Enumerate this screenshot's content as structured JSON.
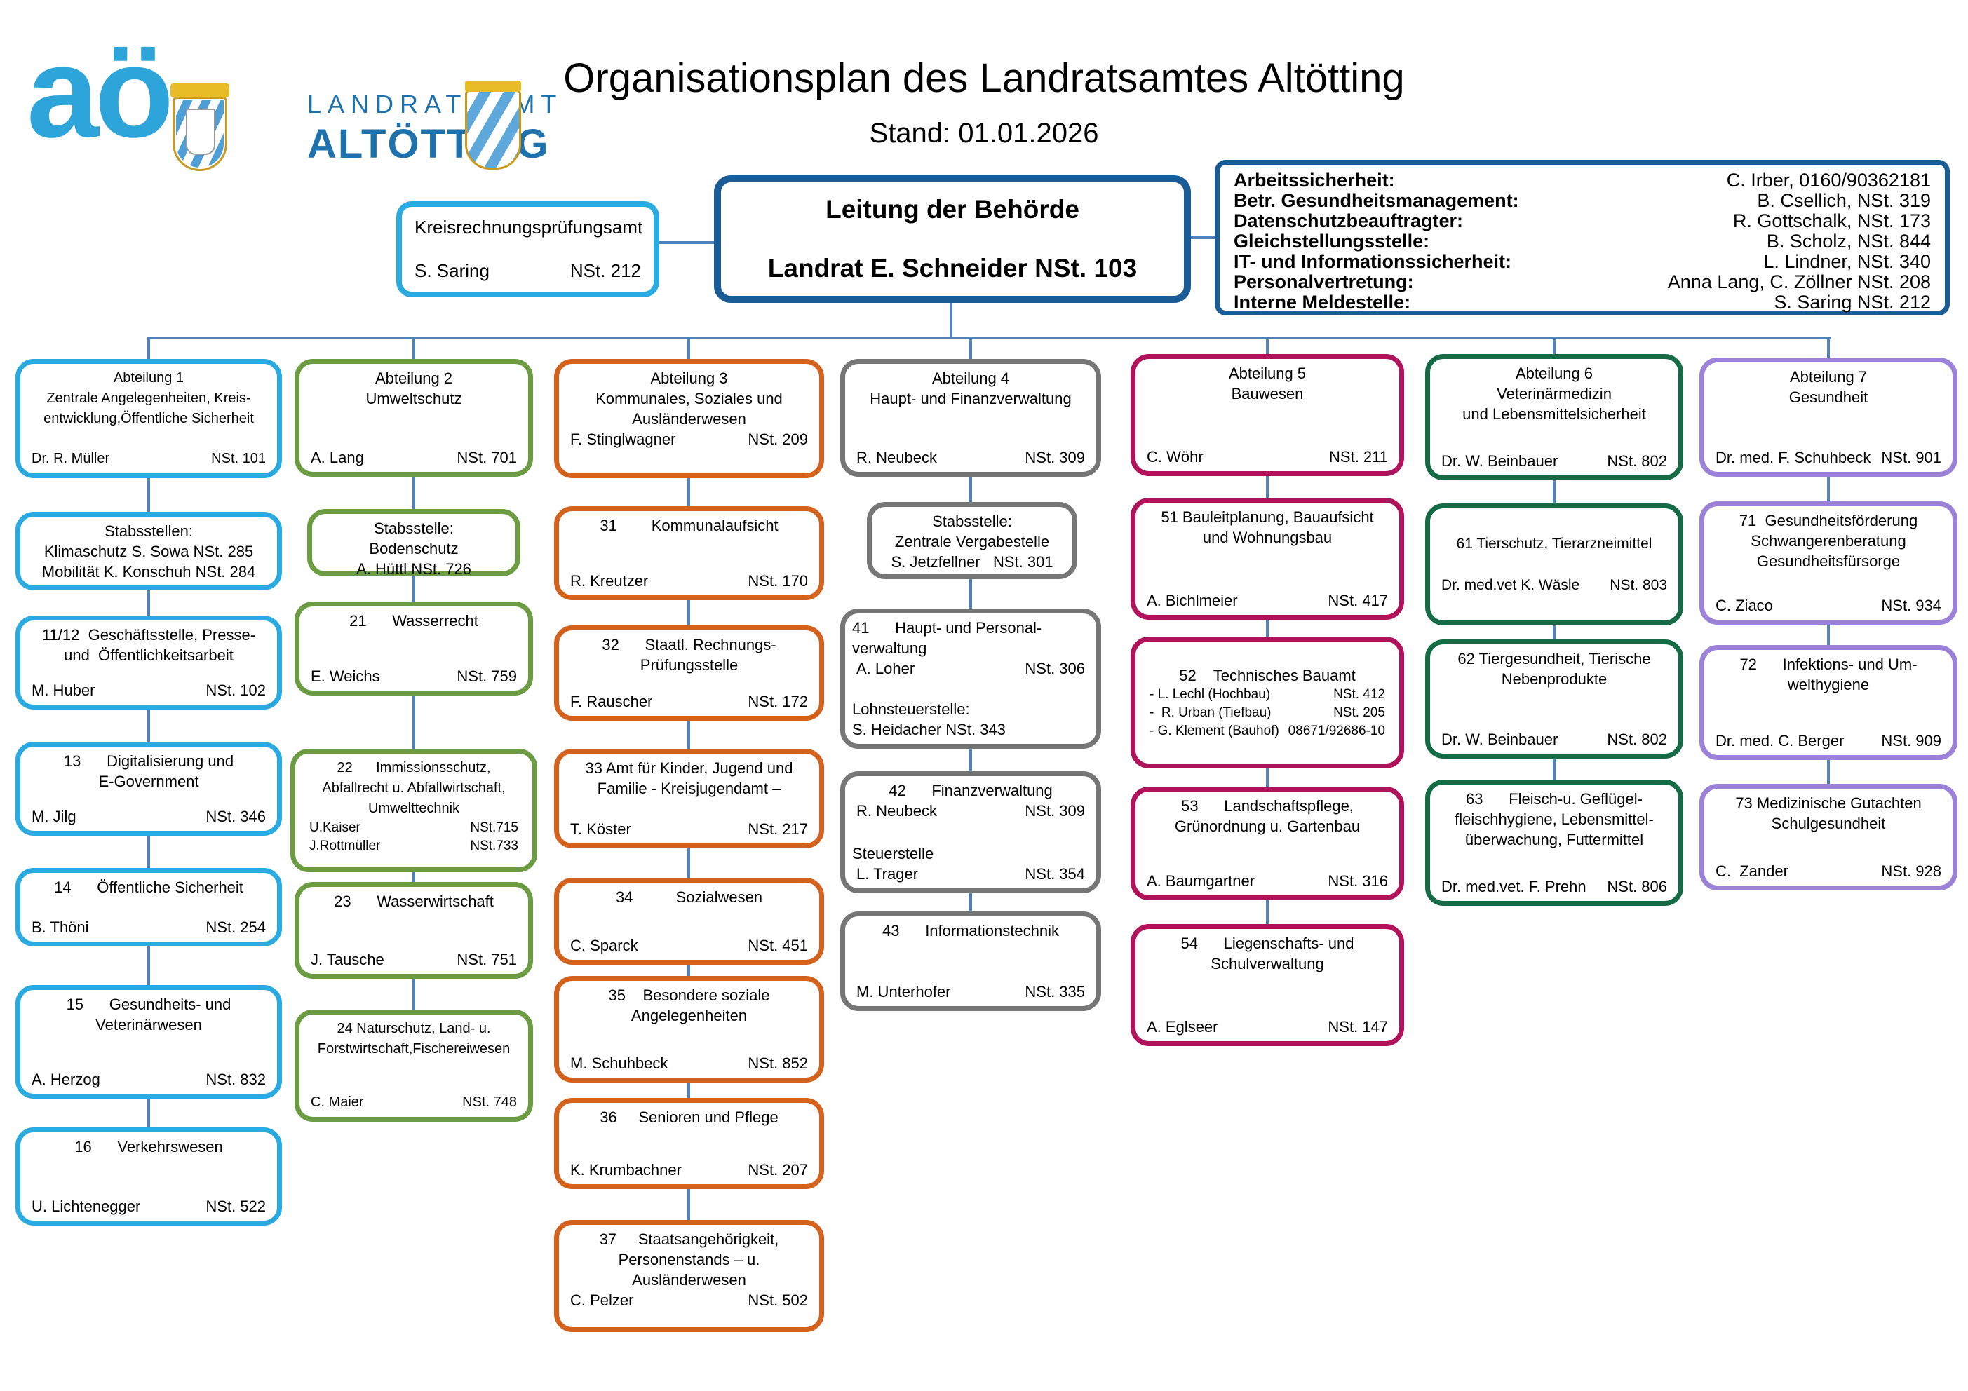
{
  "title": "Organisationsplan des Landratsamtes Altötting",
  "stand": "Stand: 01.01.2026",
  "logo": {
    "monogram": "aö",
    "org_line1": "LANDRATSAMT",
    "org_line2": "ALTÖTTING",
    "coat_of_arms": "altoetting-crest",
    "shield": "bavaria-shield"
  },
  "leadership": {
    "line1": "Leitung der Behörde",
    "line2": "Landrat E. Schneider NSt. 103"
  },
  "audit_office": {
    "title": "Kreisrechnungsprüfungsamt",
    "person": "S. Saring",
    "nst": "NSt. 212"
  },
  "staff_functions": {
    "rows": [
      {
        "label": "Arbeitssicherheit:",
        "value": "C. Irber, 0160/90362181"
      },
      {
        "label": "Betr. Gesundheitsmanagement:",
        "value": "B. Csellich, NSt. 319"
      },
      {
        "label": "Datenschutzbeauftragter:",
        "value": "R. Gottschalk, NSt. 173"
      },
      {
        "label": "Gleichstellungsstelle:",
        "value": "B. Scholz, NSt. 844"
      },
      {
        "label": "IT- und Informationssicherheit:",
        "value": "L. Lindner, NSt. 340"
      },
      {
        "label": "Personalvertretung:",
        "value": "Anna Lang, C. Zöllner NSt. 208"
      },
      {
        "label": "Interne Meldestelle:",
        "value": "S. Saring NSt. 212"
      }
    ]
  },
  "colors": {
    "accent_cyan": "#29ABE2",
    "accent_darkblue": "#1A5C96",
    "connector": "#4F81BD",
    "logo_blue": "#2EA5DA",
    "logo_text_blue": "#1D72AD"
  },
  "columns": [
    {
      "name": "Abteilung 1",
      "color": "#29ABE2",
      "boxes": [
        {
          "id": "abteilung-1",
          "rows": [
            {
              "t": "c",
              "x": "Abteilung 1"
            },
            {
              "t": "c",
              "x": "Zentrale Angelegenheiten, Kreis-"
            },
            {
              "t": "c",
              "x": "entwicklung,Öffentliche Sicherheit"
            },
            {
              "t": "g"
            },
            {
              "t": "s",
              "l": "Dr. R. Müller",
              "r": "NSt. 101"
            }
          ]
        },
        {
          "id": "stabsstellen-1",
          "rows": [
            {
              "t": "c",
              "x": "Stabsstellen:"
            },
            {
              "t": "c",
              "x": "Klimaschutz S. Sowa NSt. 285"
            },
            {
              "t": "c",
              "x": "Mobilität K. Konschuh NSt. 284"
            }
          ]
        },
        {
          "id": "11-12-geschaeftsstelle",
          "rows": [
            {
              "t": "c",
              "x": "11/12  Geschäftsstelle, Presse-"
            },
            {
              "t": "c",
              "x": "und  Öffentlichkeitsarbeit"
            },
            {
              "t": "g"
            },
            {
              "t": "s",
              "l": "M. Huber",
              "r": "NSt. 102"
            }
          ]
        },
        {
          "id": "13-digitalisierung",
          "rows": [
            {
              "t": "c",
              "x": "13      Digitalisierung und"
            },
            {
              "t": "c",
              "x": "E-Government"
            },
            {
              "t": "g"
            },
            {
              "t": "s",
              "l": "M. Jilg",
              "r": "NSt. 346"
            }
          ]
        },
        {
          "id": "14-oeffentliche-sicherheit",
          "rows": [
            {
              "t": "c",
              "x": "14      Öffentliche Sicherheit"
            },
            {
              "t": "g"
            },
            {
              "t": "s",
              "l": "B. Thöni",
              "r": "NSt. 254"
            }
          ]
        },
        {
          "id": "15-gesundheits-veterinaerwesen",
          "rows": [
            {
              "t": "c",
              "x": "15      Gesundheits- und"
            },
            {
              "t": "c",
              "x": "Veterinärwesen"
            },
            {
              "t": "g"
            },
            {
              "t": "s",
              "l": "A. Herzog",
              "r": "NSt. 832"
            }
          ]
        },
        {
          "id": "16-verkehrswesen",
          "rows": [
            {
              "t": "c",
              "x": "16      Verkehrswesen"
            },
            {
              "t": "g"
            },
            {
              "t": "s",
              "l": "U. Lichtenegger",
              "r": "NSt. 522"
            }
          ]
        }
      ]
    },
    {
      "name": "Abteilung 2",
      "color": "#6B9C41",
      "boxes": [
        {
          "id": "abteilung-2",
          "rows": [
            {
              "t": "c",
              "x": "Abteilung 2"
            },
            {
              "t": "c",
              "x": "Umweltschutz"
            },
            {
              "t": "g"
            },
            {
              "t": "s",
              "l": "A. Lang",
              "r": "NSt. 701"
            }
          ]
        },
        {
          "id": "stabsstelle-bodenschutz",
          "rows": [
            {
              "t": "c",
              "x": "Stabsstelle:"
            },
            {
              "t": "c",
              "x": "Bodenschutz"
            },
            {
              "t": "c",
              "x": "A. Hüttl NSt. 726"
            }
          ]
        },
        {
          "id": "21-wasserrecht",
          "rows": [
            {
              "t": "c",
              "x": "21      Wasserrecht"
            },
            {
              "t": "g"
            },
            {
              "t": "s",
              "l": "E. Weichs",
              "r": "NSt. 759"
            }
          ]
        },
        {
          "id": "22-immissionsschutz",
          "rows": [
            {
              "t": "c",
              "x": "22      Immissionsschutz,"
            },
            {
              "t": "c",
              "x": "Abfallrecht u. Abfallwirtschaft,"
            },
            {
              "t": "c",
              "x": "Umwelttechnik"
            },
            {
              "t": "ss",
              "l": "U.Kaiser",
              "r": "NSt.715"
            },
            {
              "t": "ss",
              "l": "J.Rottmüller",
              "r": "NSt.733"
            }
          ]
        },
        {
          "id": "23-wasserwirtschaft",
          "rows": [
            {
              "t": "c",
              "x": "23      Wasserwirtschaft"
            },
            {
              "t": "g"
            },
            {
              "t": "s",
              "l": "J. Tausche",
              "r": "NSt. 751"
            }
          ]
        },
        {
          "id": "24-naturschutz",
          "rows": [
            {
              "t": "c",
              "x": "24 Naturschutz, Land- u."
            },
            {
              "t": "c",
              "x": "Forstwirtschaft,Fischereiwesen"
            },
            {
              "t": "g"
            },
            {
              "t": "s",
              "l": "C. Maier",
              "r": "NSt. 748"
            }
          ]
        }
      ]
    },
    {
      "name": "Abteilung 3",
      "color": "#D4621D",
      "boxes": [
        {
          "id": "abteilung-3",
          "rows": [
            {
              "t": "c",
              "x": "Abteilung 3"
            },
            {
              "t": "c",
              "x": "Kommunales, Soziales und"
            },
            {
              "t": "c",
              "x": "Ausländerwesen"
            },
            {
              "t": "s",
              "l": "F. Stinglwagner",
              "r": "NSt. 209"
            }
          ]
        },
        {
          "id": "31-kommunalaufsicht",
          "rows": [
            {
              "t": "c",
              "x": "31        Kommunalaufsicht"
            },
            {
              "t": "g"
            },
            {
              "t": "s",
              "l": "R. Kreutzer",
              "r": "NSt. 170"
            }
          ]
        },
        {
          "id": "32-rechnungspruefungsstelle",
          "rows": [
            {
              "t": "c",
              "x": "32      Staatl. Rechnungs-"
            },
            {
              "t": "c",
              "x": "Prüfungsstelle"
            },
            {
              "t": "g"
            },
            {
              "t": "s",
              "l": "F. Rauscher",
              "r": "NSt. 172"
            }
          ]
        },
        {
          "id": "33-kreisjugendamt",
          "rows": [
            {
              "t": "c",
              "x": "33 Amt für Kinder, Jugend und"
            },
            {
              "t": "c",
              "x": "Familie - Kreisjugendamt –"
            },
            {
              "t": "g"
            },
            {
              "t": "s",
              "l": "T. Köster",
              "r": "NSt. 217"
            }
          ]
        },
        {
          "id": "34-sozialwesen",
          "rows": [
            {
              "t": "c",
              "x": "34          Sozialwesen"
            },
            {
              "t": "g"
            },
            {
              "t": "s",
              "l": "C. Sparck",
              "r": "NSt. 451"
            }
          ]
        },
        {
          "id": "35-besondere-soziale",
          "rows": [
            {
              "t": "c",
              "x": "35    Besondere soziale"
            },
            {
              "t": "c",
              "x": "Angelegenheiten"
            },
            {
              "t": "g"
            },
            {
              "t": "s",
              "l": "M. Schuhbeck",
              "r": "NSt. 852"
            }
          ]
        },
        {
          "id": "36-senioren-pflege",
          "rows": [
            {
              "t": "c",
              "x": "36     Senioren und Pflege"
            },
            {
              "t": "g"
            },
            {
              "t": "s",
              "l": "K. Krumbachner",
              "r": "NSt. 207"
            }
          ]
        },
        {
          "id": "37-staatsangehoerigkeit",
          "rows": [
            {
              "t": "c",
              "x": "37     Staatsangehörigkeit,"
            },
            {
              "t": "c",
              "x": "Personenstands – u."
            },
            {
              "t": "c",
              "x": "Ausländerwesen"
            },
            {
              "t": "s",
              "l": "C. Pelzer",
              "r": "NSt. 502"
            }
          ]
        }
      ]
    },
    {
      "name": "Abteilung 4",
      "color": "#767676",
      "boxes": [
        {
          "id": "abteilung-4",
          "rows": [
            {
              "t": "c",
              "x": "Abteilung 4"
            },
            {
              "t": "c",
              "x": "Haupt- und Finanzverwaltung"
            },
            {
              "t": "g"
            },
            {
              "t": "s",
              "l": "R. Neubeck",
              "r": "NSt. 309"
            }
          ]
        },
        {
          "id": "stabsstelle-vergabestelle",
          "rows": [
            {
              "t": "c",
              "x": "Stabsstelle:"
            },
            {
              "t": "c",
              "x": "Zentrale Vergabestelle"
            },
            {
              "t": "c",
              "x": "S. Jetzfellner   NSt. 301"
            }
          ]
        },
        {
          "id": "41-haupt-personalverwaltung",
          "rows": [
            {
              "t": "l",
              "x": "41      Haupt- und Personal-"
            },
            {
              "t": "l",
              "x": "verwaltung"
            },
            {
              "t": "s",
              "l": "A. Loher",
              "r": "NSt. 306"
            },
            {
              "t": "g"
            },
            {
              "t": "l",
              "x": "Lohnsteuerstelle:"
            },
            {
              "t": "l",
              "x": "S. Heidacher NSt. 343"
            }
          ]
        },
        {
          "id": "42-finanzverwaltung",
          "rows": [
            {
              "t": "c",
              "x": "42      Finanzverwaltung"
            },
            {
              "t": "s",
              "l": "R. Neubeck",
              "r": "NSt. 309"
            },
            {
              "t": "g"
            },
            {
              "t": "l",
              "x": "Steuerstelle"
            },
            {
              "t": "s",
              "l": "L. Trager",
              "r": "NSt. 354"
            }
          ]
        },
        {
          "id": "43-informationstechnik",
          "rows": [
            {
              "t": "c",
              "x": "43      Informationstechnik"
            },
            {
              "t": "g"
            },
            {
              "t": "s",
              "l": "M. Unterhofer",
              "r": "NSt. 335"
            }
          ]
        }
      ]
    },
    {
      "name": "Abteilung 5",
      "color": "#B0135B",
      "boxes": [
        {
          "id": "abteilung-5",
          "rows": [
            {
              "t": "c",
              "x": "Abteilung 5"
            },
            {
              "t": "c",
              "x": "Bauwesen"
            },
            {
              "t": "g"
            },
            {
              "t": "s",
              "l": "C. Wöhr",
              "r": "NSt. 211"
            }
          ]
        },
        {
          "id": "51-bauleitplanung",
          "rows": [
            {
              "t": "c",
              "x": "51 Bauleitplanung, Bauaufsicht"
            },
            {
              "t": "c",
              "x": "und Wohnungsbau"
            },
            {
              "t": "g"
            },
            {
              "t": "s",
              "l": "A. Bichlmeier",
              "r": "NSt. 417"
            }
          ]
        },
        {
          "id": "52-technisches-bauamt",
          "rows": [
            {
              "t": "g"
            },
            {
              "t": "c",
              "x": "52    Technisches Bauamt"
            },
            {
              "t": "ss",
              "l": "- L. Lechl (Hochbau)",
              "r": "NSt. 412"
            },
            {
              "t": "ss",
              "l": "-  R. Urban (Tiefbau)",
              "r": "NSt. 205"
            },
            {
              "t": "ss",
              "l": "- G. Klement (Bauhof)",
              "r": "08671/92686-10"
            },
            {
              "t": "g"
            }
          ]
        },
        {
          "id": "53-landschaftspflege",
          "rows": [
            {
              "t": "c",
              "x": "53      Landschaftspflege,"
            },
            {
              "t": "c",
              "x": "Grünordnung u. Gartenbau"
            },
            {
              "t": "g"
            },
            {
              "t": "s",
              "l": "A. Baumgartner",
              "r": "NSt. 316"
            }
          ]
        },
        {
          "id": "54-liegenschafts-schulverwaltung",
          "rows": [
            {
              "t": "c",
              "x": "54      Liegenschafts- und"
            },
            {
              "t": "c",
              "x": "Schulverwaltung"
            },
            {
              "t": "g"
            },
            {
              "t": "s",
              "l": "A. Eglseer",
              "r": "NSt. 147"
            }
          ]
        }
      ]
    },
    {
      "name": "Abteilung 6",
      "color": "#156B45",
      "boxes": [
        {
          "id": "abteilung-6",
          "rows": [
            {
              "t": "c",
              "x": "Abteilung 6"
            },
            {
              "t": "c",
              "x": "Veterinärmedizin"
            },
            {
              "t": "c",
              "x": "und Lebensmittelsicherheit"
            },
            {
              "t": "g"
            },
            {
              "t": "s",
              "l": "Dr. W. Beinbauer",
              "r": "NSt. 802"
            }
          ]
        },
        {
          "id": "61-tierschutz",
          "rows": [
            {
              "t": "g"
            },
            {
              "t": "c",
              "x": "61 Tierschutz, Tierarzneimittel"
            },
            {
              "t": "g"
            },
            {
              "t": "s",
              "l": "Dr. med.vet K. Wäsle",
              "r": "NSt. 803"
            },
            {
              "t": "g"
            }
          ]
        },
        {
          "id": "62-tiergesundheit",
          "rows": [
            {
              "t": "c",
              "x": "62 Tiergesundheit, Tierische"
            },
            {
              "t": "c",
              "x": "Nebenprodukte"
            },
            {
              "t": "g"
            },
            {
              "t": "s",
              "l": "Dr. W. Beinbauer",
              "r": "NSt. 802"
            }
          ]
        },
        {
          "id": "63-fleischhygiene",
          "rows": [
            {
              "t": "c",
              "x": "63      Fleisch-u. Geflügel-"
            },
            {
              "t": "c",
              "x": "fleischhygiene, Lebensmittel-"
            },
            {
              "t": "c",
              "x": "überwachung, Futtermittel"
            },
            {
              "t": "g"
            },
            {
              "t": "s",
              "l": "Dr. med.vet. F. Prehn",
              "r": "NSt. 806"
            }
          ]
        }
      ]
    },
    {
      "name": "Abteilung 7",
      "color": "#9B82D8",
      "boxes": [
        {
          "id": "abteilung-7",
          "rows": [
            {
              "t": "c",
              "x": "Abteilung 7"
            },
            {
              "t": "c",
              "x": "Gesundheit"
            },
            {
              "t": "g"
            },
            {
              "t": "s",
              "l": "Dr. med. F. Schuhbeck",
              "r": "NSt. 901"
            }
          ]
        },
        {
          "id": "71-gesundheitsfoerderung",
          "rows": [
            {
              "t": "c",
              "x": "71  Gesundheitsförderung"
            },
            {
              "t": "c",
              "x": "Schwangerenberatung"
            },
            {
              "t": "c",
              "x": "Gesundheitsfürsorge"
            },
            {
              "t": "g"
            },
            {
              "t": "s",
              "l": "C. Ziaco",
              "r": "NSt. 934"
            }
          ]
        },
        {
          "id": "72-infektionshygiene",
          "rows": [
            {
              "t": "c",
              "x": "72      Infektions- und Um-"
            },
            {
              "t": "c",
              "x": "welthygiene"
            },
            {
              "t": "g"
            },
            {
              "t": "s",
              "l": "Dr. med. C. Berger",
              "r": "NSt. 909"
            }
          ]
        },
        {
          "id": "73-medizinische-gutachten",
          "rows": [
            {
              "t": "c",
              "x": "73 Medizinische Gutachten"
            },
            {
              "t": "c",
              "x": "Schulgesundheit"
            },
            {
              "t": "g"
            },
            {
              "t": "s",
              "l": "C.  Zander",
              "r": "NSt. 928"
            }
          ]
        }
      ]
    }
  ]
}
